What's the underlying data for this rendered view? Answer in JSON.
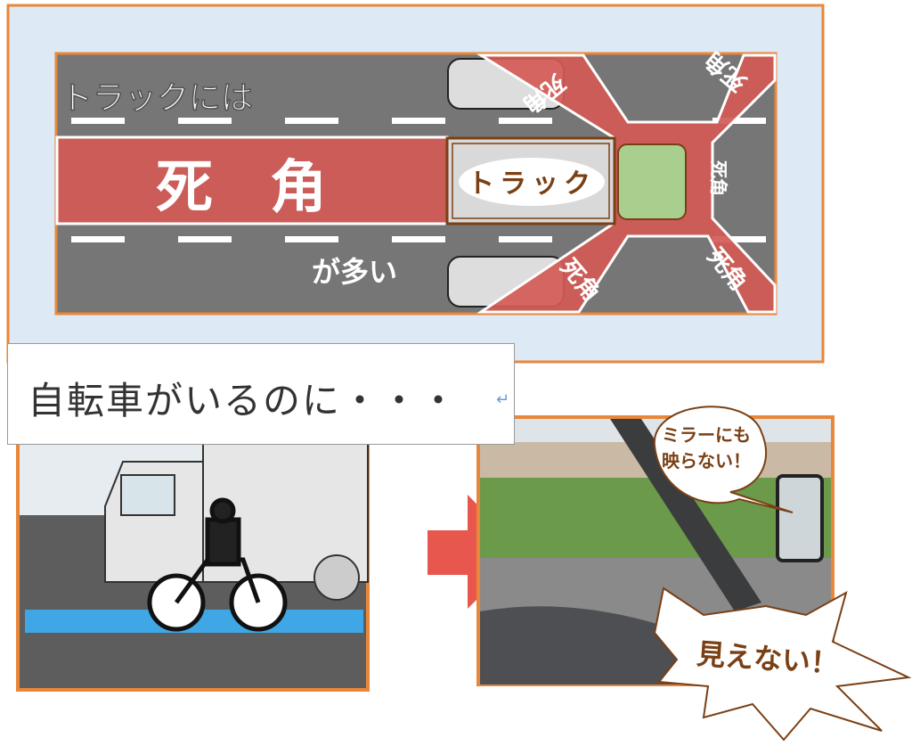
{
  "top_diagram": {
    "headline_top": "トラックには",
    "headline_center": "死　角",
    "headline_bottom": "が多い",
    "truck_label": "トラック",
    "blind_spot_label": "死角",
    "colors": {
      "frame": "#e8873a",
      "panel_bg": "#dde9f4",
      "road": "#767676",
      "blind_spot": "#d35a55",
      "cab": "#a9cf8e",
      "text_brown": "#7a4015"
    }
  },
  "caption": {
    "text": "自転車がいるのに・・・",
    "return_mark": "↵"
  },
  "bubbles": {
    "mirror": [
      "ミラーにも",
      "映らない！"
    ],
    "cannot_see": "見えない！"
  }
}
